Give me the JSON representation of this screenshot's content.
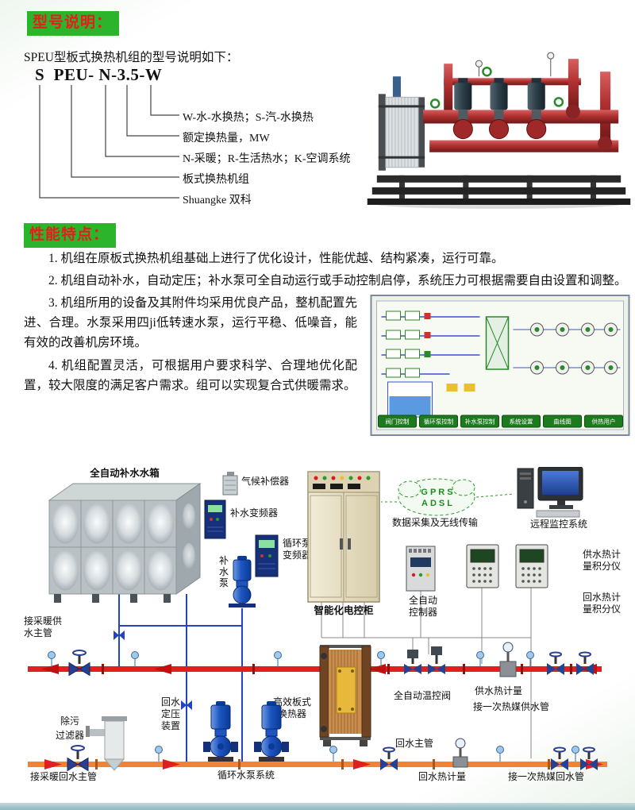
{
  "colors": {
    "header_bg_green": "#2cb42c",
    "header_text_red": "#e81c1c",
    "supply_pipe_red": "#e02020",
    "return_pipe_orange": "#f58233",
    "water_line_blue": "#2343c0"
  },
  "model_section": {
    "badge": "型号说明：",
    "intro": "SPEU型板式换热机组的型号说明如下：",
    "code": "S  PEU- N-3.5-W",
    "legends": [
      "W-水-水换热；S-汽-水换热",
      "额定换热量，MW",
      "N-采暖；R-生活热水；K-空调系统",
      "板式换热机组",
      "Shuangke 双科"
    ]
  },
  "features_section": {
    "badge": "性能特点：",
    "paragraphs": [
      "1. 机组在原板式换热机组基础上进行了优化设计，性能优越、结构紧凑，运行可靠。",
      "2. 机组自动补水，自动定压；补水泵可全自动运行或手动控制启停，系统压力可根据需要自由设置和调整。",
      "3. 机组所用的设备及其附件均采用优良产品，整机配置先进、合理。水泵采用四ji低转速水泵，运行平稳、低噪音，能有效的改善机房环境。",
      "4. 机组配置灵活，可根据用户要求科学、合理地优化配置，较大限度的满足客户需求。组可以实现复合式供暖需求。"
    ]
  },
  "hmi": {
    "buttons": [
      "阀门控制",
      "循环泵控制",
      "补水泵控制",
      "系统设置",
      "曲线图",
      "供热用户"
    ]
  },
  "diagram": {
    "cloud": {
      "line1": "GPRS",
      "line2": "ADSL"
    },
    "labels": {
      "tank": "全自动补水水箱",
      "climate_compensator": "气候补偿器",
      "makeup_vfd": "补水变频器",
      "circ_vfd_1": "循环泵",
      "circ_vfd_2": "变频器",
      "makeup_pump_1": "补",
      "makeup_pump_2": "水",
      "makeup_pump_3": "泵",
      "cabinet": "智能化电控柜",
      "wireless": "数据采集及无线传输",
      "remote": "远程监控系统",
      "supply_integrator_1": "供水热计",
      "supply_integrator_2": "量积分仪",
      "return_integrator_1": "回水热计",
      "return_integrator_2": "量积分仪",
      "controller_1": "全自动",
      "controller_2": "控制器",
      "supply_main_1": "接采暖供",
      "supply_main_2": "水主管",
      "pressure_device_1": "回水",
      "pressure_device_2": "定压",
      "pressure_device_3": "装置",
      "hx_1": "高效板式",
      "hx_2": "换热器",
      "temp_valve": "全自动温控阀",
      "supply_meter": "供水热计量",
      "primary_supply": "接一次热媒供水管",
      "filter_1": "除污",
      "filter_2": "过滤器",
      "return_main": "接采暖回水主管",
      "circ_pumps": "循环水泵系统",
      "return_pipe": "回水主管",
      "return_meter": "回水热计量",
      "primary_return": "接一次热媒回水管"
    }
  }
}
